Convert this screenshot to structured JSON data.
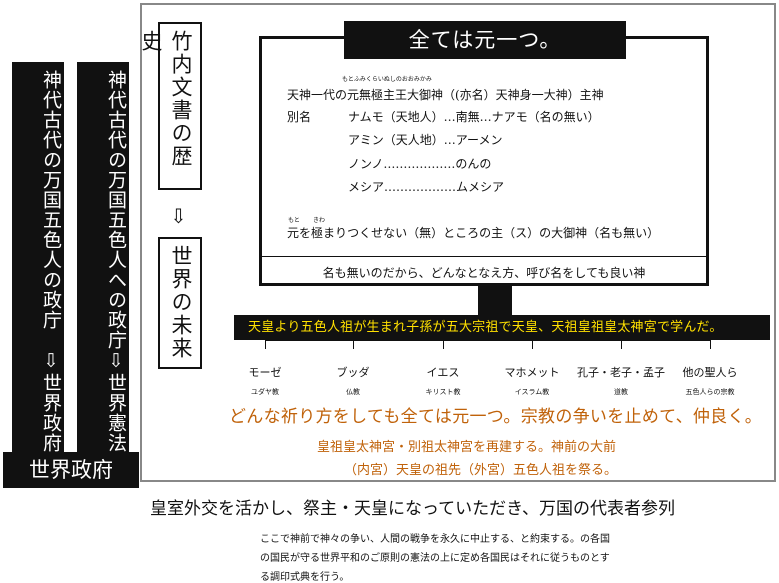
{
  "left_columns": {
    "col1": "神代古代の万国五色人の政庁　⇩世界政府",
    "col2": "神代古代の万国五色人への政庁⇩世界憲法",
    "government_label": "世界政府"
  },
  "history_box": {
    "text": "竹内文書の歴史"
  },
  "arrow": "⇩",
  "future_box": {
    "text": "世界の未来"
  },
  "god_box": {
    "title": "全ては元一つ。",
    "ruby_main": "もとふみくらいぬしのおおみかみ",
    "line1": "天神一代の元無極主王大御神（(亦名）天神身一大神）主神",
    "alias_label": "別名",
    "alias_lines": [
      "ナムモ（天地人）…南無…ナアモ（名の無い）",
      "アミン（天人地）…アーメン",
      "ノンノ………………のんの",
      "メシア………………ムメシア"
    ],
    "ruby_moto": "もと",
    "ruby_kiwa": "きわ",
    "line_final": "元を極まりつくせない（無）ところの主（ス）の大御神（名も無い）",
    "footer": "名も無いのだから、どんなとなえ方、呼び名をしても良い神"
  },
  "ancestor_bar": "天皇より五色人祖が生まれ子孫が五大宗祖で天皇、天祖皇祖皇太神宮で学んだ。",
  "religions": [
    {
      "founder": "モーゼ",
      "faith": "ユダヤ教"
    },
    {
      "founder": "ブッダ",
      "faith": "仏教"
    },
    {
      "founder": "イエス",
      "faith": "キリスト教"
    },
    {
      "founder": "マホメット",
      "faith": "イスラム教"
    },
    {
      "founder": "孔子・老子・孟子",
      "faith": "道教"
    },
    {
      "founder": "他の聖人ら",
      "faith": "五色人らの宗教"
    }
  ],
  "orange_headline": "どんな祈り方をしても全ては元一つ。宗教の争いを止めて、仲良く。",
  "orange_lines": [
    "皇祖皇太神宮・別祖太神宮を再建する。神前の大前",
    "（内宮）天皇の祖先（外宮）五色人祖を祭る。"
  ],
  "bottom_heading": "皇室外交を活かし、祭主・天皇になっていただき、万国の代表者参列",
  "bottom_body": [
    "ここで神前で神々の争い、人間の戦争を永久に中止する、と約束する。の各国",
    "の国民が守る世界平和のご原則の憲法の上に定め各国民はそれに従うものとす",
    "る調印式典を行う。"
  ],
  "colors": {
    "orange": "#c0620a",
    "yellow": "#ffe000",
    "black": "#111111"
  }
}
